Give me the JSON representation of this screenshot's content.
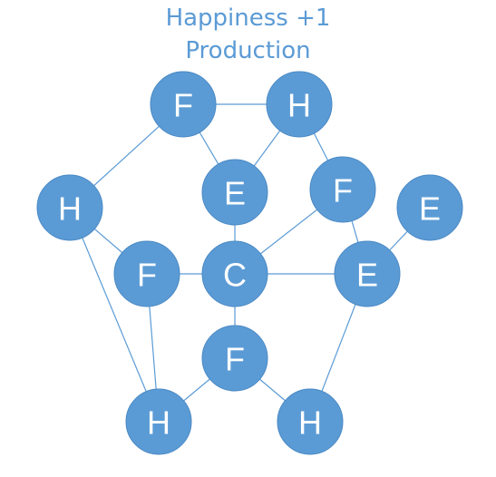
{
  "header": {
    "line1": "Happiness +1",
    "line2": "Production"
  },
  "colors": {
    "node_fill": "#5b9bd5",
    "edge": "#5b9bd5",
    "title": "#5b9bd5",
    "node_text": "#ffffff"
  },
  "nodes": [
    {
      "id": "F_top",
      "label": "F"
    },
    {
      "id": "H_top",
      "label": "H"
    },
    {
      "id": "H_left",
      "label": "H"
    },
    {
      "id": "E_mid",
      "label": "E"
    },
    {
      "id": "F_right",
      "label": "F"
    },
    {
      "id": "E_far",
      "label": "E"
    },
    {
      "id": "F_left",
      "label": "F"
    },
    {
      "id": "C",
      "label": "C"
    },
    {
      "id": "E_right",
      "label": "E"
    },
    {
      "id": "F_bottom",
      "label": "F"
    },
    {
      "id": "H_bl",
      "label": "H"
    },
    {
      "id": "H_br",
      "label": "H"
    }
  ],
  "edges": [
    [
      "F_top",
      "H_top"
    ],
    [
      "F_top",
      "H_left"
    ],
    [
      "F_top",
      "E_mid"
    ],
    [
      "H_top",
      "E_mid"
    ],
    [
      "H_top",
      "F_right"
    ],
    [
      "E_mid",
      "C"
    ],
    [
      "F_right",
      "C"
    ],
    [
      "F_right",
      "E_right"
    ],
    [
      "E_far",
      "E_right"
    ],
    [
      "H_left",
      "F_left"
    ],
    [
      "H_left",
      "H_bl"
    ],
    [
      "F_left",
      "C"
    ],
    [
      "F_left",
      "H_bl"
    ],
    [
      "C",
      "E_right"
    ],
    [
      "C",
      "F_bottom"
    ],
    [
      "E_right",
      "H_br"
    ],
    [
      "F_bottom",
      "H_bl"
    ],
    [
      "F_bottom",
      "H_br"
    ]
  ]
}
